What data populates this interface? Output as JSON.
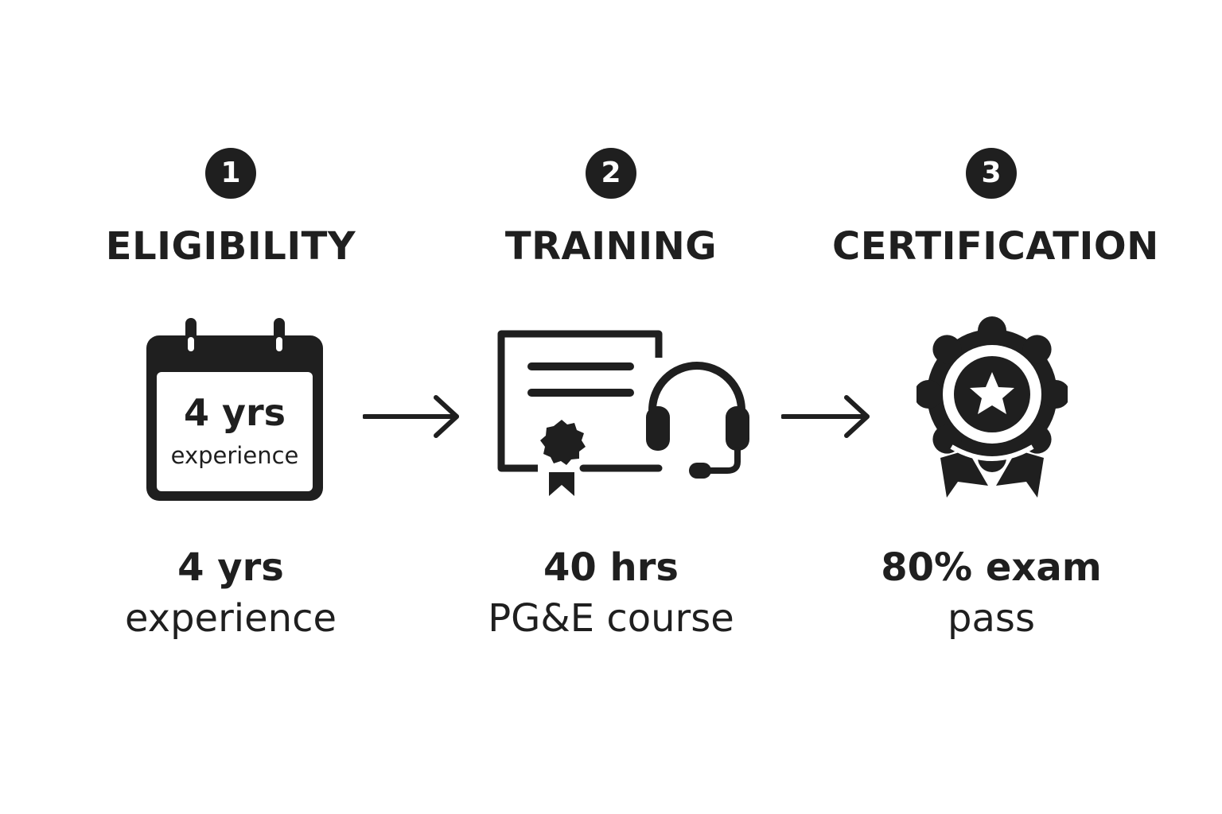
{
  "steps": [
    {
      "number": "1",
      "title": "ELIGIBILITY",
      "icon": "calendar-icon",
      "icon_text": {
        "big": "4 yrs",
        "small": "experience"
      },
      "caption": {
        "line1": "4 yrs",
        "line2": "experience"
      }
    },
    {
      "number": "2",
      "title": "TRAINING",
      "icon": "certificate-headset-icon",
      "caption": {
        "line1": "40 hrs",
        "line2": "PG&E course"
      }
    },
    {
      "number": "3",
      "title": "CERTIFICATION",
      "icon": "award-ribbon-icon",
      "caption": {
        "line1": "80% exam",
        "line2": "pass"
      }
    }
  ],
  "colors": {
    "ink": "#1f1f1f",
    "background": "#ffffff"
  }
}
